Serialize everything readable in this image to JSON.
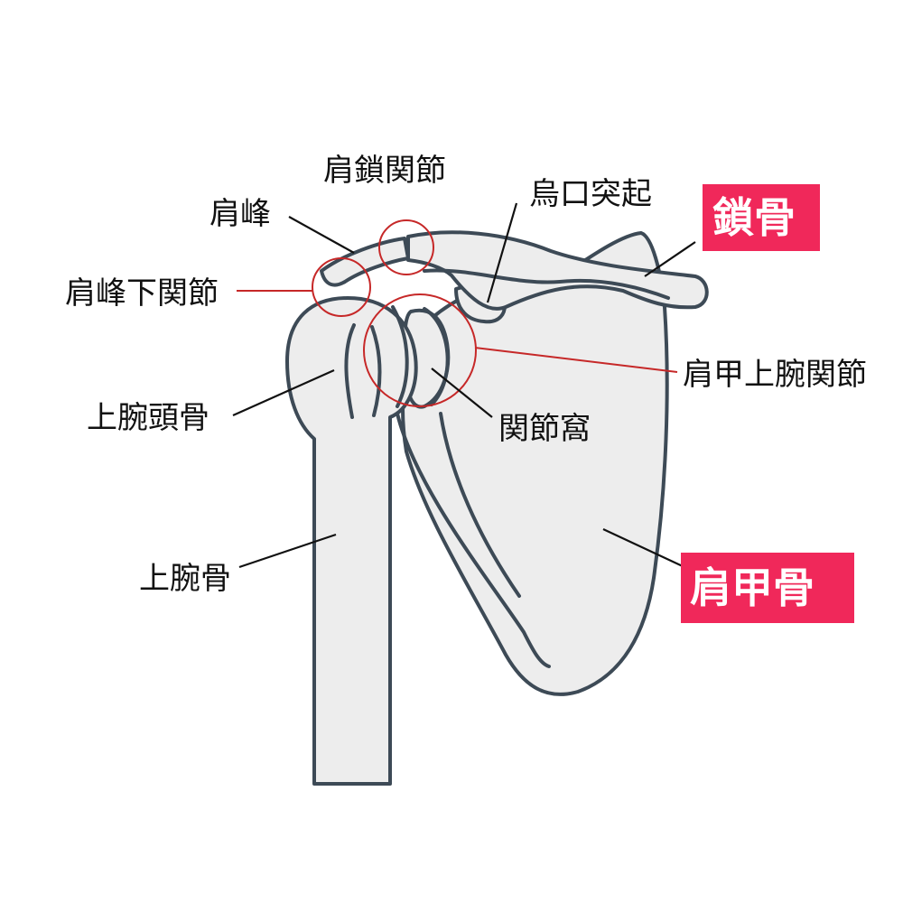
{
  "labels": {
    "acromioclavicular_joint": "肩鎖関節",
    "acromion": "肩峰",
    "coracoid_process": "烏口突起",
    "subacromial_joint": "肩峰下関節",
    "glenohumeral_joint": "肩甲上腕関節",
    "humeral_head": "上腕頭骨",
    "glenoid_fossa": "関節窩",
    "humerus": "上腕骨"
  },
  "highlights": {
    "clavicle": "鎖骨",
    "scapula": "肩甲骨"
  },
  "colors": {
    "highlight_bg": "#f0285a",
    "ring": "#c62828",
    "bone_fill": "#ededed",
    "bone_outline": "#3d4a56"
  }
}
